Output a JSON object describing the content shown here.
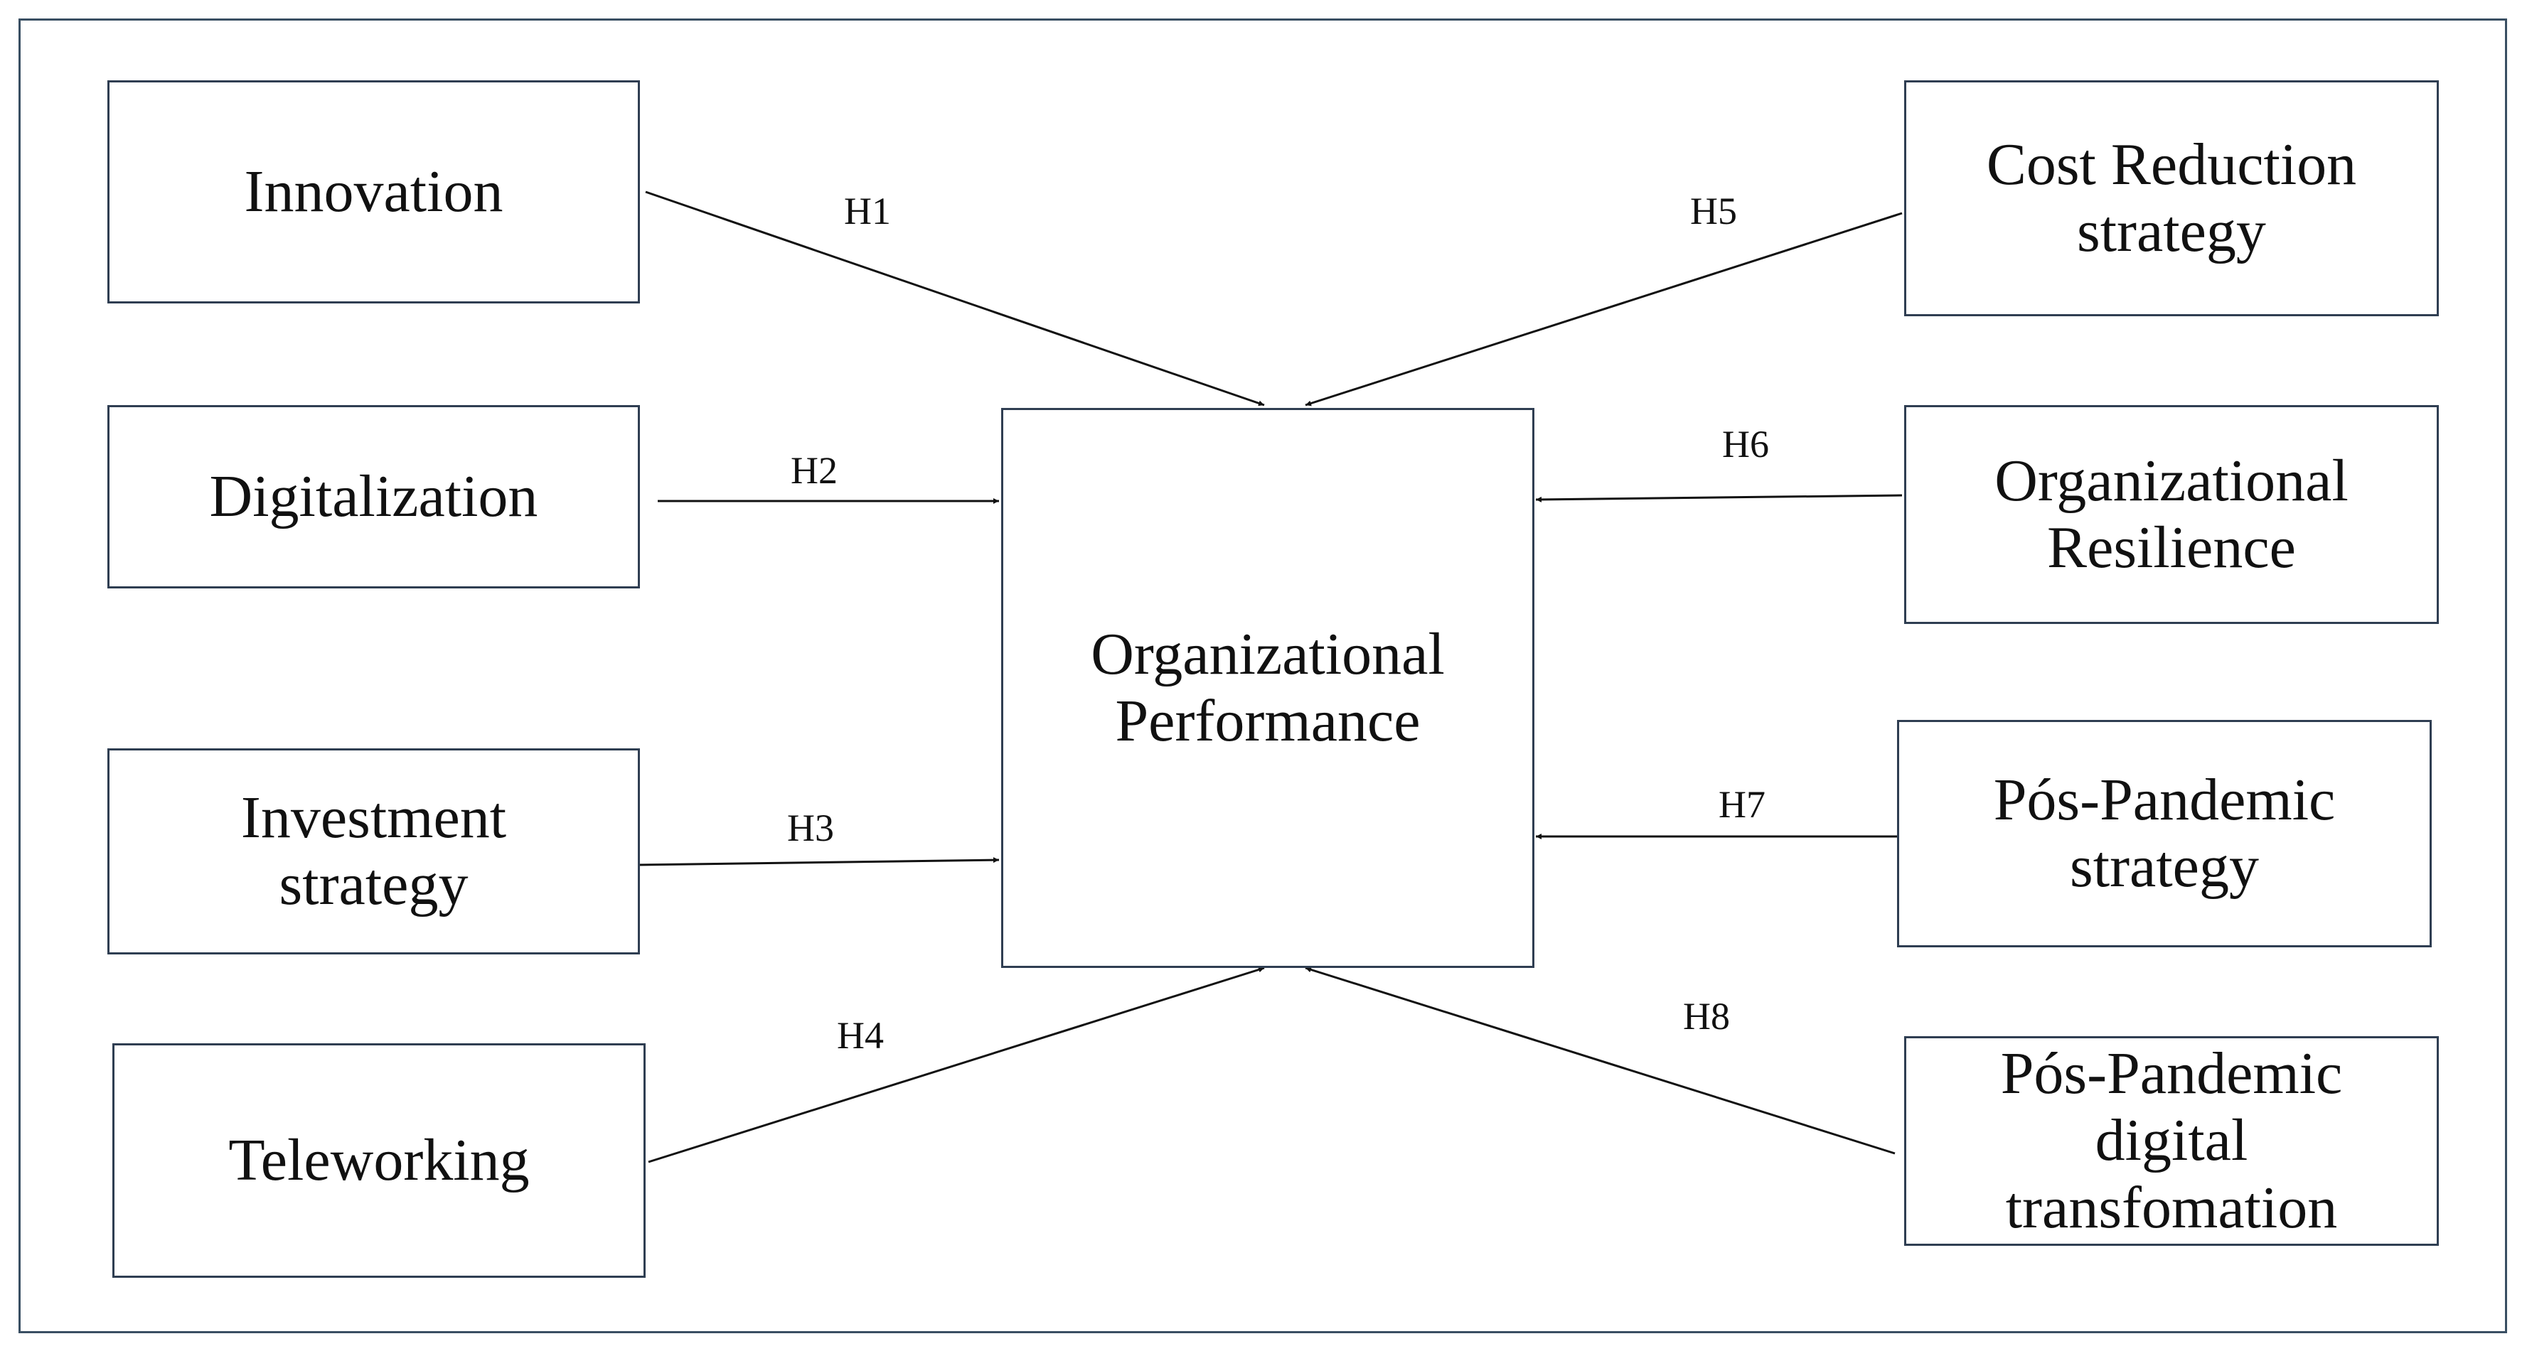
{
  "center": {
    "line1": "Organizational",
    "line2": "Performance"
  },
  "left": [
    {
      "lines": [
        "Innovation"
      ],
      "hyp": "H1"
    },
    {
      "lines": [
        "Digitalization"
      ],
      "hyp": "H2"
    },
    {
      "lines": [
        "Investment",
        "strategy"
      ],
      "hyp": "H3"
    },
    {
      "lines": [
        "Teleworking"
      ],
      "hyp": "H4"
    }
  ],
  "right": [
    {
      "lines": [
        "Cost Reduction",
        "strategy"
      ],
      "hyp": "H5"
    },
    {
      "lines": [
        "Organizational",
        "Resilience"
      ],
      "hyp": "H6"
    },
    {
      "lines": [
        "Pós-Pandemic",
        "strategy"
      ],
      "hyp": "H7"
    },
    {
      "lines": [
        "Pós-Pandemic",
        "digital",
        "transfomation"
      ],
      "hyp": "H8"
    }
  ],
  "colors": {
    "border": "#2f3e52",
    "frame": "#3a4f63",
    "text": "#111111"
  }
}
